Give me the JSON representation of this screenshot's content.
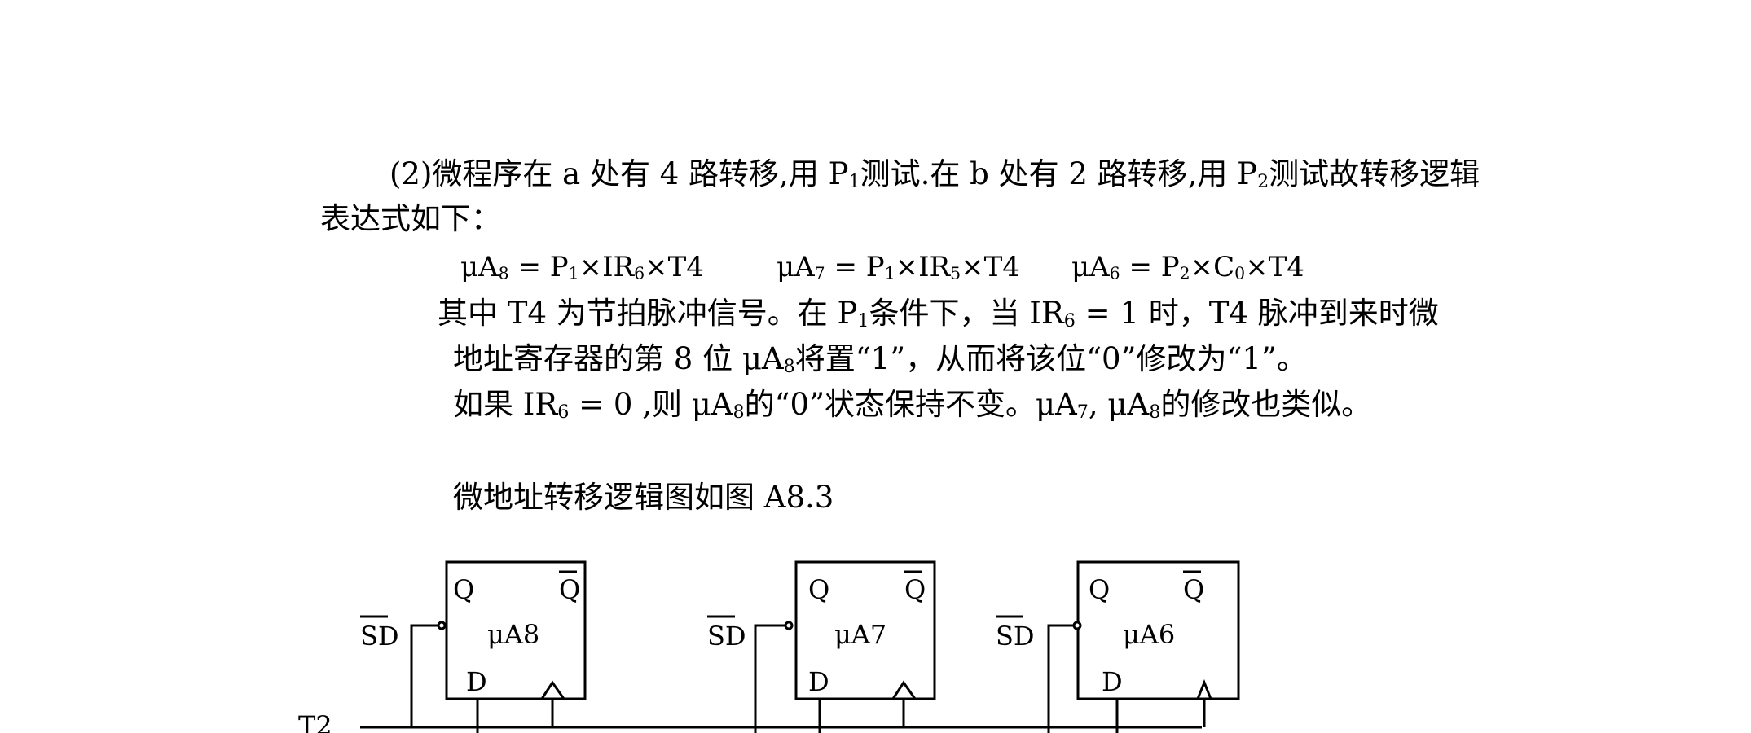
{
  "paragraph": {
    "line1": {
      "a": "(2)微程序在 a 处有 4 路转移,用 P",
      "sub1": "1",
      "b": "测试.在 b 处有 2 路转移,用 P",
      "sub2": "2",
      "c": "测试故转移逻辑"
    },
    "line2": "表达式如下："
  },
  "equations": {
    "eq1": {
      "a": "μA",
      "s1": "8",
      "b": " = P",
      "s2": "1",
      "c": "×IR",
      "s3": "6",
      "d": "×T4"
    },
    "eq2": {
      "a": "μA",
      "s1": "7",
      "b": " = P",
      "s2": "1",
      "c": "×IR",
      "s3": "5",
      "d": "×T4"
    },
    "eq3": {
      "a": "μA",
      "s1": "6",
      "b": " = P",
      "s2": "2",
      "c": "×C",
      "s3": "0",
      "d": "×T4"
    }
  },
  "explanation": {
    "line1": {
      "a": "其中 T4 为节拍脉冲信号。在 P",
      "s1": "1",
      "b": "条件下，当 IR",
      "s2": "6",
      "c": " = 1 时，T4 脉冲到来时微"
    },
    "line2": {
      "a": "地址寄存器的第 8 位 μA",
      "s1": "8",
      "b": "将置“1”，从而将该位“0”修改为“1”。"
    },
    "line3": {
      "a": "如果 IR",
      "s1": "6",
      "b": " = 0 ,则 μA",
      "s2": "8",
      "c": "的“0”状态保持不变。μA",
      "s3": "7",
      "d": ", μA",
      "s4": "8",
      "e": "的修改也类似。"
    }
  },
  "figure_caption": "微地址转移逻辑图如图 A8.3",
  "diagram": {
    "clock_label": "T2",
    "set_label": "SD",
    "flipflops": [
      {
        "name": "μA8",
        "q": "Q",
        "qbar": "Q",
        "d": "D"
      },
      {
        "name": "μA7",
        "q": "Q",
        "qbar": "Q",
        "d": "D"
      },
      {
        "name": "μA6",
        "q": "Q",
        "qbar": "Q",
        "d": "D"
      }
    ]
  }
}
